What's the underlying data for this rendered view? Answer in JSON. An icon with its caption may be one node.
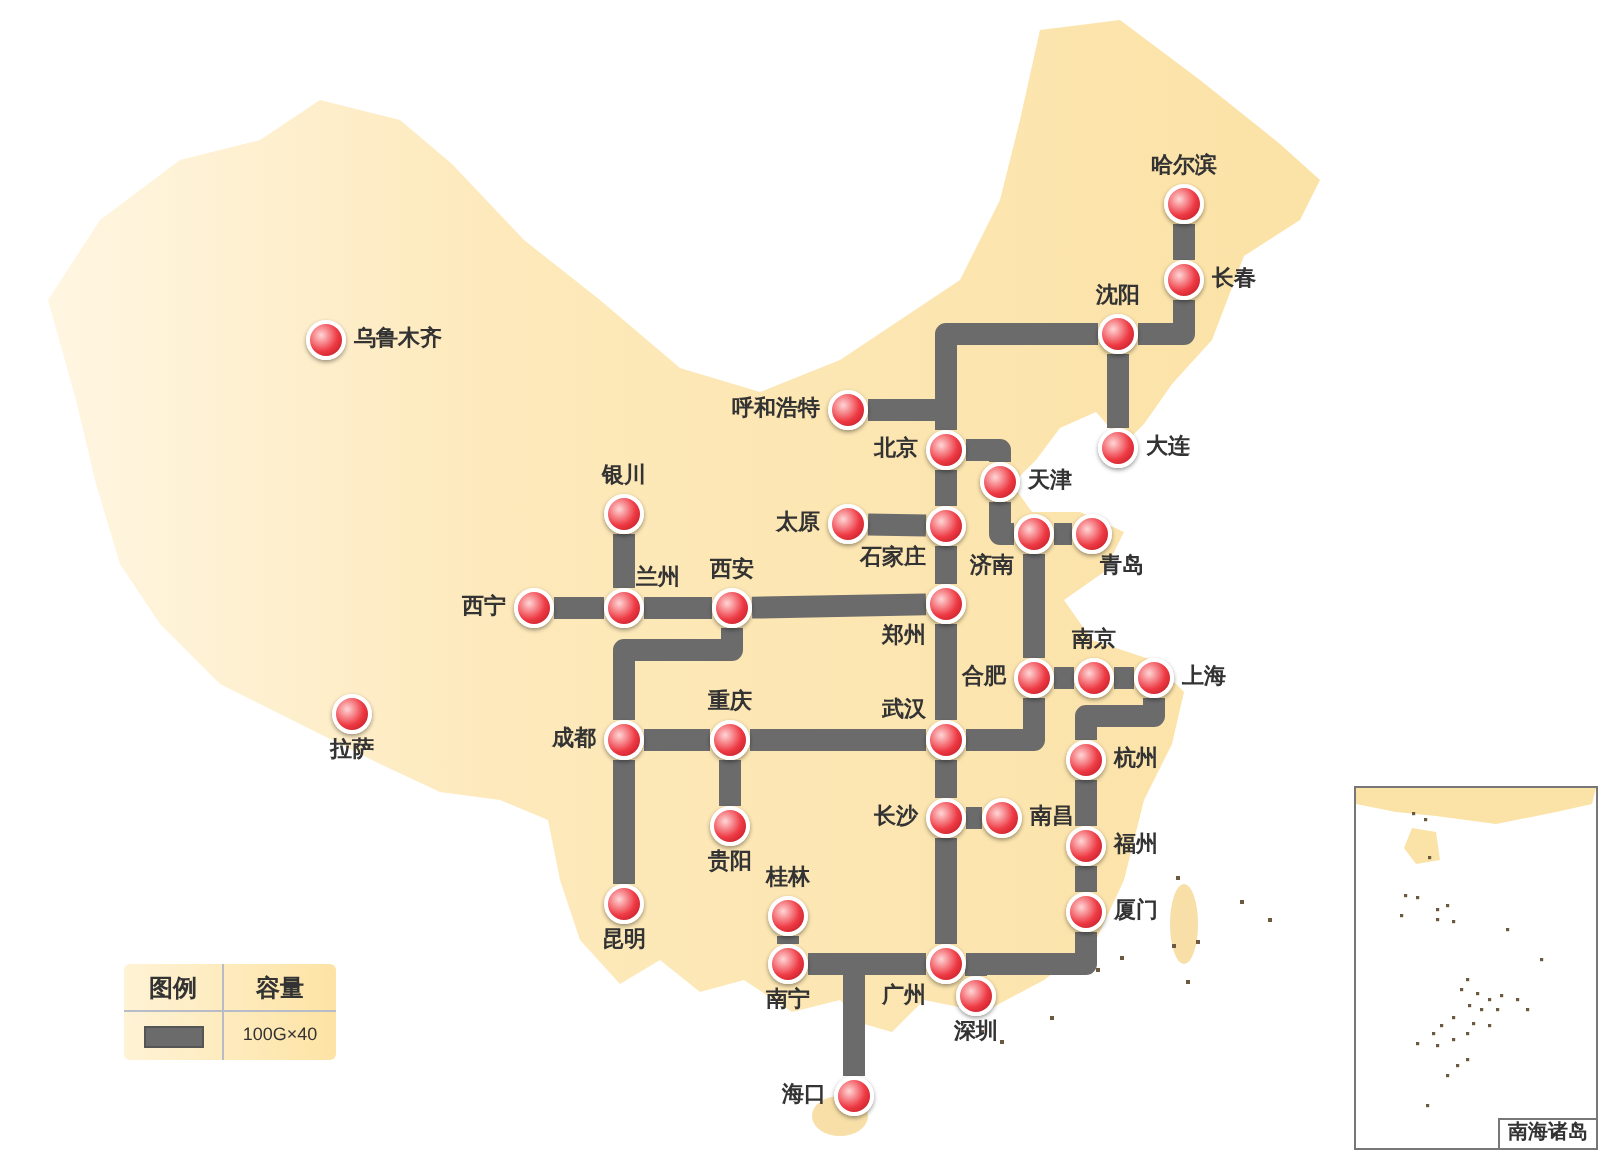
{
  "diagram": {
    "nodes": [
      {
        "text": [
          "哈尔滨"
        ]
      },
      {
        "text": [
          "长春"
        ]
      },
      {
        "text": [
          "沈阳"
        ]
      },
      {
        "text": [
          "大连"
        ]
      },
      {
        "text": [
          "呼和浩特"
        ]
      },
      {
        "text": [
          "北京"
        ]
      },
      {
        "text": [
          "天津"
        ]
      },
      {
        "text": [
          "太原"
        ]
      },
      {
        "text": [
          "石家庄"
        ]
      },
      {
        "text": [
          "济南"
        ]
      },
      {
        "text": [
          "青岛"
        ]
      },
      {
        "text": [
          "乌鲁木齐"
        ]
      },
      {
        "text": [
          "银川"
        ]
      },
      {
        "text": [
          "西宁"
        ]
      },
      {
        "text": [
          "兰州"
        ]
      },
      {
        "text": [
          "西安"
        ]
      },
      {
        "text": [
          "郑州"
        ]
      },
      {
        "text": [
          "合肥"
        ]
      },
      {
        "text": [
          "南京"
        ]
      },
      {
        "text": [
          "上海"
        ]
      },
      {
        "text": [
          "拉萨"
        ]
      },
      {
        "text": [
          "成都"
        ]
      },
      {
        "text": [
          "重庆"
        ]
      },
      {
        "text": [
          "武汉"
        ]
      },
      {
        "text": [
          "杭州"
        ]
      },
      {
        "text": [
          "长沙"
        ]
      },
      {
        "text": [
          "南昌"
        ]
      },
      {
        "text": [
          "贵阳"
        ]
      },
      {
        "text": [
          "福州"
        ]
      },
      {
        "text": [
          "昆明"
        ]
      },
      {
        "text": [
          "桂林"
        ]
      },
      {
        "text": [
          "厦门"
        ]
      },
      {
        "text": [
          "南宁"
        ]
      },
      {
        "text": [
          "广州"
        ]
      },
      {
        "text": [
          "深圳"
        ]
      },
      {
        "text": [
          "海口"
        ]
      }
    ],
    "edges": [
      {
        "from": 0,
        "to": 1,
        "arrow": "none"
      },
      {
        "from": 1,
        "to": 2,
        "arrow": "none"
      },
      {
        "from": 2,
        "to": 3,
        "arrow": "none"
      },
      {
        "from": 2,
        "to": 5,
        "arrow": "none"
      },
      {
        "from": 4,
        "to": 5,
        "arrow": "none"
      },
      {
        "from": 5,
        "to": 6,
        "arrow": "none"
      },
      {
        "from": 6,
        "to": 9,
        "arrow": "none"
      },
      {
        "from": 9,
        "to": 10,
        "arrow": "none"
      },
      {
        "from": 5,
        "to": 8,
        "arrow": "none"
      },
      {
        "from": 7,
        "to": 8,
        "arrow": "none"
      },
      {
        "from": 8,
        "to": 16,
        "arrow": "none"
      },
      {
        "from": 9,
        "to": 17,
        "arrow": "none"
      },
      {
        "from": 17,
        "to": 23,
        "arrow": "none"
      },
      {
        "from": 12,
        "to": 14,
        "arrow": "none"
      },
      {
        "from": 13,
        "to": 14,
        "arrow": "none"
      },
      {
        "from": 14,
        "to": 15,
        "arrow": "none"
      },
      {
        "from": 15,
        "to": 16,
        "arrow": "none"
      },
      {
        "from": 15,
        "to": 21,
        "arrow": "none"
      },
      {
        "from": 21,
        "to": 22,
        "arrow": "none"
      },
      {
        "from": 22,
        "to": 23,
        "arrow": "none"
      },
      {
        "from": 21,
        "to": 29,
        "arrow": "none"
      },
      {
        "from": 22,
        "to": 27,
        "arrow": "none"
      },
      {
        "from": 16,
        "to": 23,
        "arrow": "none"
      },
      {
        "from": 23,
        "to": 25,
        "arrow": "none"
      },
      {
        "from": 25,
        "to": 26,
        "arrow": "none"
      },
      {
        "from": 25,
        "to": 33,
        "arrow": "none"
      },
      {
        "from": 17,
        "to": 18,
        "arrow": "none"
      },
      {
        "from": 18,
        "to": 19,
        "arrow": "none"
      },
      {
        "from": 19,
        "to": 24,
        "arrow": "none"
      },
      {
        "from": 24,
        "to": 28,
        "arrow": "none"
      },
      {
        "from": 28,
        "to": 31,
        "arrow": "none"
      },
      {
        "from": 31,
        "to": 33,
        "arrow": "none"
      },
      {
        "from": 33,
        "to": 34,
        "arrow": "none"
      },
      {
        "from": 30,
        "to": 32,
        "arrow": "none"
      },
      {
        "from": 32,
        "to": 33,
        "arrow": "none"
      },
      {
        "from": 35,
        "to": 33,
        "arrow": "none"
      }
    ],
    "labels": [
      "图例",
      "容量",
      "南海诸岛"
    ],
    "legend": [
      {
        "text": "100G×40",
        "color": "#6b6b6b"
      }
    ]
  }
}
